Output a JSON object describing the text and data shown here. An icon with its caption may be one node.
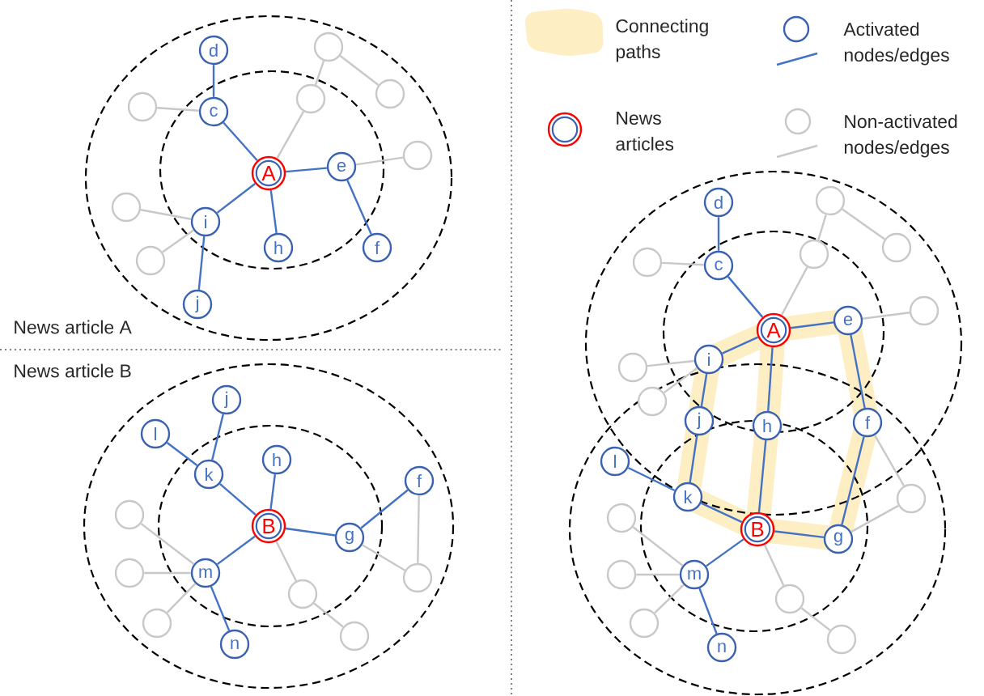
{
  "diagram": {
    "nodes": [
      {
        "text": [
          "A"
        ]
      },
      {
        "text": [
          "d"
        ]
      },
      {
        "text": [
          "c"
        ]
      },
      {
        "text": [
          "e"
        ]
      },
      {
        "text": [
          "f"
        ]
      },
      {
        "text": [
          "h"
        ]
      },
      {
        "text": [
          "i"
        ]
      },
      {
        "text": [
          "j"
        ]
      },
      {
        "text": [],
        "shape": "circle"
      },
      {
        "text": [],
        "shape": "circle"
      },
      {
        "text": [],
        "shape": "circle"
      },
      {
        "text": [],
        "shape": "circle"
      },
      {
        "text": [],
        "shape": "circle"
      },
      {
        "text": [],
        "shape": "circle"
      },
      {
        "text": [],
        "shape": "circle"
      },
      {
        "text": [
          "B"
        ]
      },
      {
        "text": [
          "j"
        ]
      },
      {
        "text": [
          "l"
        ]
      },
      {
        "text": [
          "k"
        ]
      },
      {
        "text": [
          "h"
        ]
      },
      {
        "text": [
          "f"
        ]
      },
      {
        "text": [
          "g"
        ]
      },
      {
        "text": [
          "m"
        ]
      },
      {
        "text": [
          "n"
        ]
      },
      {
        "text": [],
        "shape": "circle"
      },
      {
        "text": [],
        "shape": "circle"
      },
      {
        "text": [],
        "shape": "circle"
      },
      {
        "text": [],
        "shape": "circle"
      },
      {
        "text": [],
        "shape": "circle"
      },
      {
        "text": [],
        "shape": "circle"
      },
      {
        "text": [
          "A"
        ]
      },
      {
        "text": [
          "d"
        ]
      },
      {
        "text": [
          "c"
        ]
      },
      {
        "text": [
          "e"
        ]
      },
      {
        "text": [
          "i"
        ]
      },
      {
        "text": [
          "j"
        ]
      },
      {
        "text": [
          "h"
        ]
      },
      {
        "text": [
          "f"
        ]
      },
      {
        "text": [
          "l"
        ]
      },
      {
        "text": [
          "k"
        ]
      },
      {
        "text": [
          "B"
        ]
      },
      {
        "text": [
          "g"
        ]
      },
      {
        "text": [
          "m"
        ]
      },
      {
        "text": [
          "n"
        ]
      },
      {
        "text": [],
        "shape": "circle"
      },
      {
        "text": [],
        "shape": "circle"
      },
      {
        "text": [],
        "shape": "circle"
      },
      {
        "text": [],
        "shape": "circle"
      },
      {
        "text": [],
        "shape": "circle"
      },
      {
        "text": [],
        "shape": "circle"
      },
      {
        "text": [],
        "shape": "circle"
      },
      {
        "text": [],
        "shape": "circle"
      },
      {
        "text": [],
        "shape": "circle"
      },
      {
        "text": [],
        "shape": "circle"
      },
      {
        "text": [],
        "shape": "circle"
      },
      {
        "text": [],
        "shape": "circle"
      },
      {
        "text": [],
        "shape": "circle"
      }
    ],
    "edges": [
      {
        "from": 1,
        "to": 2,
        "arrow": "none"
      },
      {
        "from": 2,
        "to": 0,
        "arrow": "none"
      },
      {
        "from": 0,
        "to": 3,
        "arrow": "none"
      },
      {
        "from": 3,
        "to": 4,
        "arrow": "none"
      },
      {
        "from": 0,
        "to": 5,
        "arrow": "none"
      },
      {
        "from": 0,
        "to": 6,
        "arrow": "none"
      },
      {
        "from": 6,
        "to": 7,
        "arrow": "none"
      },
      {
        "from": 8,
        "to": 2,
        "arrow": "none",
        "color": "#c8c8c8"
      },
      {
        "from": 11,
        "to": 0,
        "arrow": "none",
        "color": "#c8c8c8"
      },
      {
        "from": 11,
        "to": 9,
        "arrow": "none",
        "color": "#c8c8c8"
      },
      {
        "from": 9,
        "to": 10,
        "arrow": "none",
        "color": "#c8c8c8"
      },
      {
        "from": 3,
        "to": 12,
        "arrow": "none",
        "color": "#c8c8c8"
      },
      {
        "from": 13,
        "to": 6,
        "arrow": "none",
        "color": "#c8c8c8"
      },
      {
        "from": 14,
        "to": 6,
        "arrow": "none",
        "color": "#c8c8c8"
      },
      {
        "from": 16,
        "to": 18,
        "arrow": "none"
      },
      {
        "from": 17,
        "to": 18,
        "arrow": "none"
      },
      {
        "from": 18,
        "to": 15,
        "arrow": "none"
      },
      {
        "from": 19,
        "to": 15,
        "arrow": "none"
      },
      {
        "from": 15,
        "to": 21,
        "arrow": "none"
      },
      {
        "from": 21,
        "to": 20,
        "arrow": "none"
      },
      {
        "from": 15,
        "to": 22,
        "arrow": "none"
      },
      {
        "from": 22,
        "to": 23,
        "arrow": "none"
      },
      {
        "from": 24,
        "to": 22,
        "arrow": "none",
        "color": "#c8c8c8"
      },
      {
        "from": 25,
        "to": 22,
        "arrow": "none",
        "color": "#c8c8c8"
      },
      {
        "from": 26,
        "to": 22,
        "arrow": "none",
        "color": "#c8c8c8"
      },
      {
        "from": 15,
        "to": 27,
        "arrow": "none",
        "color": "#c8c8c8"
      },
      {
        "from": 27,
        "to": 28,
        "arrow": "none",
        "color": "#c8c8c8"
      },
      {
        "from": 21,
        "to": 29,
        "arrow": "none",
        "color": "#c8c8c8"
      },
      {
        "from": 20,
        "to": 29,
        "arrow": "none",
        "color": "#c8c8c8"
      },
      {
        "from": 31,
        "to": 32,
        "arrow": "none"
      },
      {
        "from": 32,
        "to": 30,
        "arrow": "none"
      },
      {
        "from": 30,
        "to": 33,
        "arrow": "none"
      },
      {
        "from": 30,
        "to": 34,
        "arrow": "none"
      },
      {
        "from": 34,
        "to": 35,
        "arrow": "none"
      },
      {
        "from": 35,
        "to": 39,
        "arrow": "none"
      },
      {
        "from": 38,
        "to": 39,
        "arrow": "none"
      },
      {
        "from": 39,
        "to": 40,
        "arrow": "none"
      },
      {
        "from": 30,
        "to": 36,
        "arrow": "none"
      },
      {
        "from": 36,
        "to": 40,
        "arrow": "none"
      },
      {
        "from": 33,
        "to": 37,
        "arrow": "none"
      },
      {
        "from": 37,
        "to": 41,
        "arrow": "none"
      },
      {
        "from": 41,
        "to": 40,
        "arrow": "none"
      },
      {
        "from": 40,
        "to": 42,
        "arrow": "none"
      },
      {
        "from": 42,
        "to": 43,
        "arrow": "none"
      },
      {
        "from": 44,
        "to": 32,
        "arrow": "none",
        "color": "#c8c8c8"
      },
      {
        "from": 47,
        "to": 30,
        "arrow": "none",
        "color": "#c8c8c8"
      },
      {
        "from": 47,
        "to": 45,
        "arrow": "none",
        "color": "#c8c8c8"
      },
      {
        "from": 45,
        "to": 46,
        "arrow": "none",
        "color": "#c8c8c8"
      },
      {
        "from": 33,
        "to": 48,
        "arrow": "none",
        "color": "#c8c8c8"
      },
      {
        "from": 49,
        "to": 34,
        "arrow": "none",
        "color": "#c8c8c8"
      },
      {
        "from": 50,
        "to": 34,
        "arrow": "none",
        "color": "#c8c8c8"
      },
      {
        "from": 37,
        "to": 51,
        "arrow": "none",
        "color": "#c8c8c8"
      },
      {
        "from": 41,
        "to": 51,
        "arrow": "none",
        "color": "#c8c8c8"
      },
      {
        "from": 52,
        "to": 42,
        "arrow": "none",
        "color": "#c8c8c8"
      },
      {
        "from": 53,
        "to": 42,
        "arrow": "none",
        "color": "#c8c8c8"
      },
      {
        "from": 54,
        "to": 42,
        "arrow": "none",
        "color": "#c8c8c8"
      },
      {
        "from": 40,
        "to": 55,
        "arrow": "none",
        "color": "#c8c8c8"
      },
      {
        "from": 55,
        "to": 56,
        "arrow": "none",
        "color": "#c8c8c8"
      }
    ],
    "labels": [
      "News article A",
      "News article B"
    ],
    "legend": [
      {
        "text": "Connecting paths",
        "color": "#fdeec4"
      },
      {
        "text": "Activated nodes/edges"
      },
      {
        "text": "News articles"
      },
      {
        "text": "Non-activated nodes/edges"
      }
    ]
  }
}
